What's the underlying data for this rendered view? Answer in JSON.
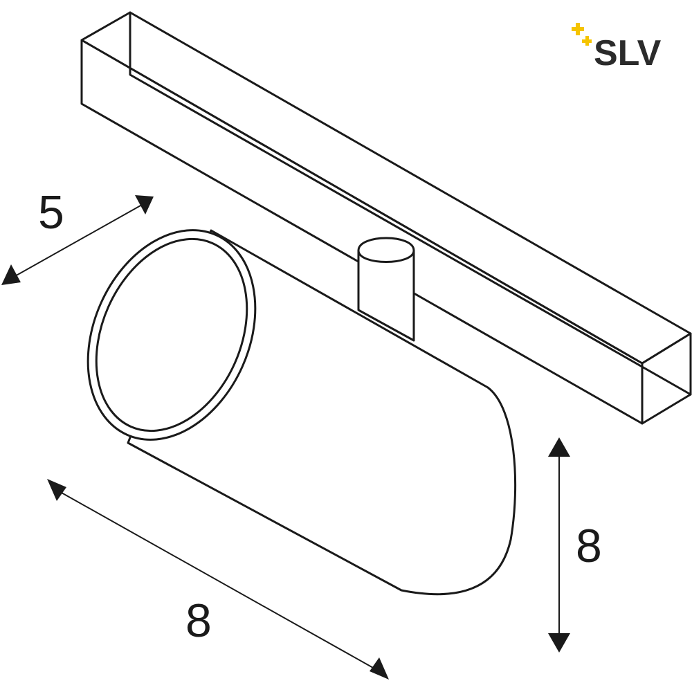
{
  "logo": {
    "text": "SLV",
    "accent_color": "#f5c400",
    "text_color": "#2b2b2b"
  },
  "dimensions": {
    "depth": "5",
    "length": "8",
    "height": "8"
  },
  "colors": {
    "line": "#1a1a1a",
    "background": "#ffffff"
  }
}
